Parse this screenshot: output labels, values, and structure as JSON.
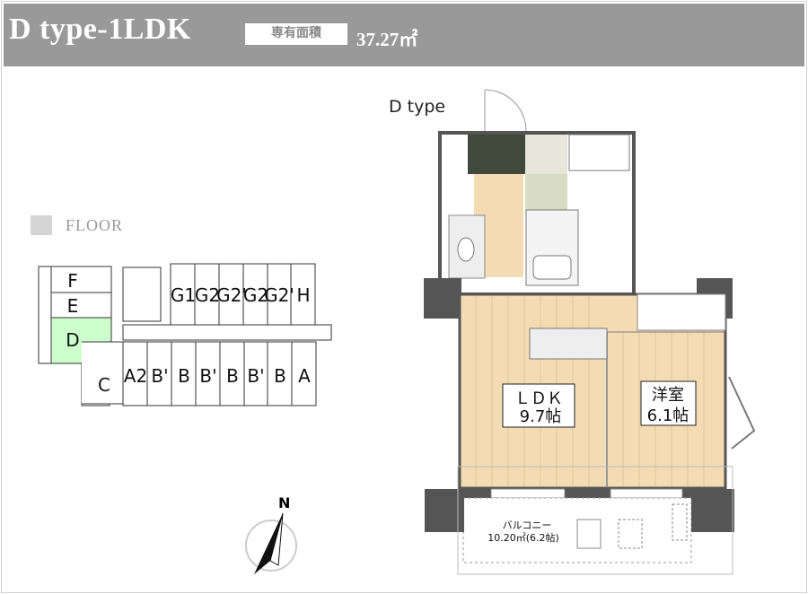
{
  "header": {
    "title": "D type-1LDK",
    "area_label": "専有面積",
    "area_value": "37.27㎡"
  },
  "floor": {
    "label": "FLOOR",
    "units_top": [
      "G1",
      "G2",
      "G2'",
      "G2",
      "G2'",
      "H"
    ],
    "units_bottom": [
      "A2",
      "B'",
      "B",
      "B'",
      "B",
      "B'",
      "B",
      "A"
    ],
    "units_left": [
      "F",
      "E",
      "D",
      "C"
    ],
    "highlight": "D",
    "highlight_color": "#ccffcc"
  },
  "compass": {
    "label": "N"
  },
  "plan": {
    "type_label": "D type",
    "ldk_name": "ＬＤＫ",
    "ldk_size": "9.7帖",
    "room_name": "洋室",
    "room_size": "6.1帖",
    "balcony_name": "バルコニー",
    "balcony_size": "10.20㎡(6.2帖)"
  }
}
